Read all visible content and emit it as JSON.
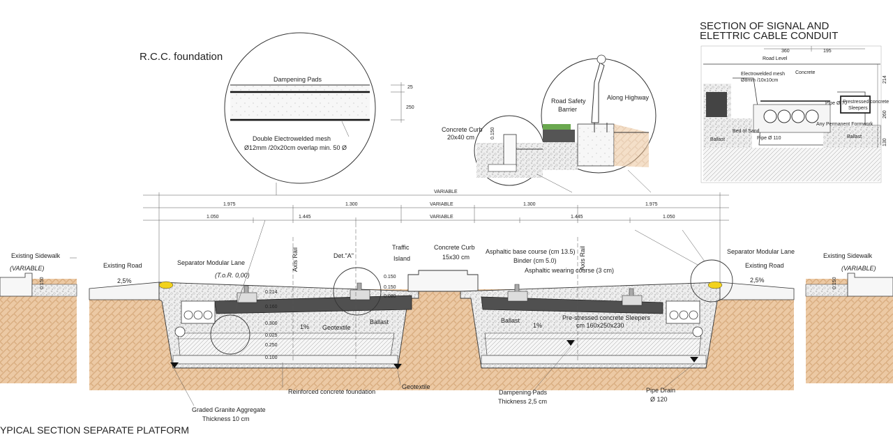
{
  "colors": {
    "soil": "#ecc9a4",
    "ballast": "#ececec",
    "concrete": "#f4f4f4",
    "track_slab": "#505050",
    "sidewalk_marker": "#f2d21c",
    "grass": "#6aa84f"
  },
  "titles": {
    "rcc": "R.C.C. foundation",
    "conduit_line1": "SECTION OF SIGNAL AND",
    "conduit_line2": "ELETTRIC CABLE CONDUIT",
    "bottom": "YPICAL SECTION SEPARATE PLATFORM"
  },
  "rcc_detail": {
    "dampening": "Dampening Pads",
    "mesh1": "Double Electrowelded mesh",
    "mesh2": "Ø12mm /20x20cm overlap min. 50 Ø",
    "dim25": "25",
    "dim250": "250"
  },
  "highway_detail": {
    "curb1": "Concrete Curb",
    "curb2": "20x40 cm",
    "curb_dim": "0.150",
    "barrier1": "Road Safety",
    "barrier2": "Barrier",
    "along": "Along Highway"
  },
  "conduit_detail": {
    "w360": "360",
    "w195": "195",
    "road_level": "Road Level",
    "mesh1": "Electrowelded mesh",
    "mesh2": "Ø8mm /10x10cm",
    "concrete": "Concrete",
    "pipe70": "Pipe Ø 70",
    "sleepers1": "Prestressed concrete",
    "sleepers2": "Sleepers",
    "formwork": "Any Permanent Formwork",
    "bed_sand": "Bed of Sand",
    "pipe110": "Pipe Ø 110",
    "ballast_l": "Ballast",
    "ballast_r": "Ballast",
    "h214": "214",
    "h260": "260",
    "h130": "130"
  },
  "dimensions": {
    "variable_top": "VARIABLE",
    "w1975_l": "1.975",
    "w1300_l": "1.300",
    "variable_mid": "VARIABLE",
    "w1300_r": "1.300",
    "w1975_r": "1.975",
    "w1050_l": "1.050",
    "w1445_l": "1.445",
    "variable_low": "VARIABLE",
    "w1445_r": "1.445",
    "w1050_r": "1.050"
  },
  "left_side": {
    "sidewalk": "Existing Sidewalk",
    "variable": "(VARIABLE)",
    "h150": "0.150",
    "road": "Existing Road",
    "slope": "2,5%",
    "separator": "Separator Modular Lane",
    "tor": "(T.o.R. 0,00)",
    "axis_rail": "Axis Rail",
    "det_a": "Det.\"A\"",
    "d214": "0.214",
    "d160": "0.160",
    "d300": "0.300",
    "d025": "0.025",
    "d250": "0.250",
    "d100": "0.100",
    "slope1": "1%",
    "geotextile": "Geotextile",
    "ballast": "Ballast"
  },
  "middle": {
    "traffic1": "Traffic",
    "traffic2": "Island",
    "curb1": "Concrete Curb",
    "curb2": "15x30 cm",
    "d150a": "0.150",
    "d150b": "0.150",
    "d080": "0.080"
  },
  "right_side": {
    "asph_base": "Asphaltic base course (cm 13.5)",
    "binder": "Binder  (cm 5.0)",
    "asph_wear": "Asphaltic wearing course (3 cm)",
    "axis_rail": "Axis Rail",
    "ballast": "Ballast",
    "slope1": "1%",
    "sleepers1": "Pre-stressed concrete Sleepers",
    "sleepers2": "cm 160x250x230",
    "separator": "Separator Modular Lane",
    "road": "Existing Road",
    "slope": "2,5%",
    "sidewalk": "Existing Sidewalk",
    "variable": "(VARIABLE)",
    "h150": "0.150"
  },
  "bottom_labels": {
    "granite1": "Graded Granite Aggregate",
    "granite2": "Thickness 10 cm",
    "rcf": "Reinforced concrete foundation",
    "geotextile": "Geotextile",
    "damp1": "Dampening Pads",
    "damp2": "Thickness  2,5 cm",
    "pipe1": "Pipe Drain",
    "pipe2": "Ø 120"
  }
}
